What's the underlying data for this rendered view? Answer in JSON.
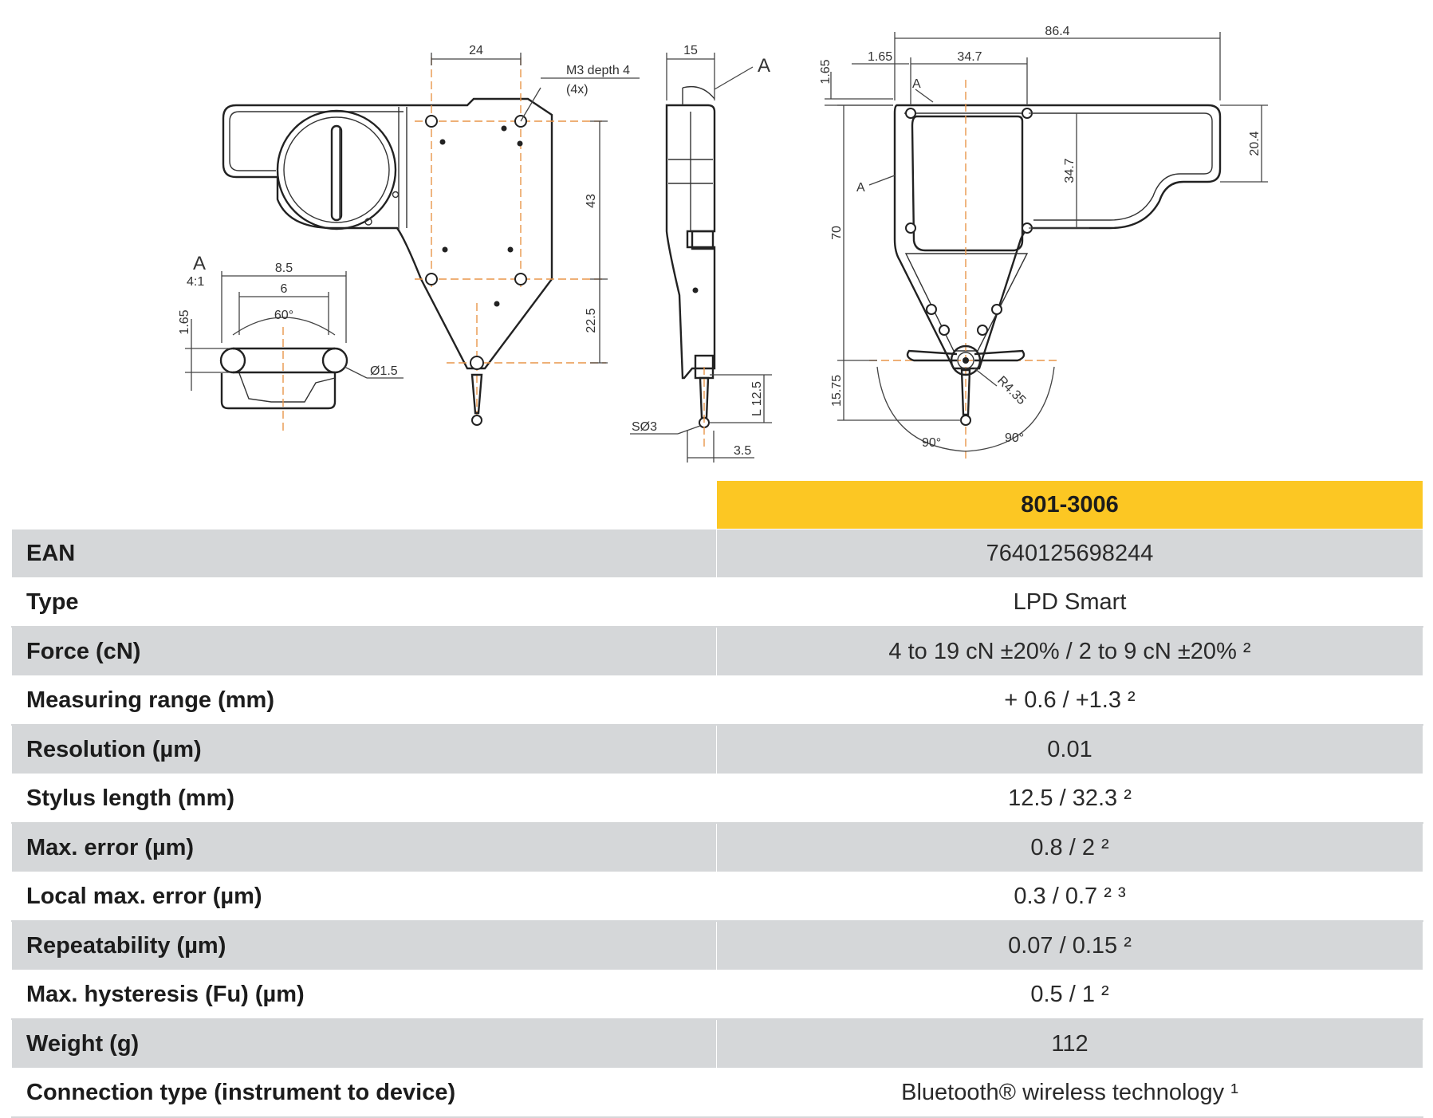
{
  "drawing": {
    "dims": {
      "front_24": "24",
      "thread_note_1": "M3 depth 4",
      "thread_note_2": "(4x)",
      "front_43": "43",
      "front_22_5": "22.5",
      "side_15": "15",
      "side_A": "A",
      "side_L12_5": "L 12.5",
      "side_S3": "SØ3",
      "side_3_5": "3.5",
      "detail_A": "A",
      "detail_scale": "4:1",
      "detail_8_5": "8.5",
      "detail_6": "6",
      "detail_60": "60°",
      "detail_1_65": "1.65",
      "detail_dia1_5": "Ø1.5",
      "back_86_4": "86.4",
      "back_1_65_top": "1.65",
      "back_1_65_left": "1.65",
      "back_34_7_top": "34.7",
      "back_A1": "A",
      "back_A2": "A",
      "back_34_7_v": "34.7",
      "back_20_4": "20.4",
      "back_70": "70",
      "back_15_75": "15.75",
      "back_R4_35": "R4.35",
      "back_90_left": "90°",
      "back_90_right": "90°"
    }
  },
  "table": {
    "model": "801-3006",
    "rows": [
      {
        "label": "EAN",
        "value": "7640125698244"
      },
      {
        "label": "Type",
        "value": "LPD Smart"
      },
      {
        "label": "Force (cN)",
        "value": "4 to 19 cN ±20% / 2 to 9 cN ±20% ²"
      },
      {
        "label": "Measuring range (mm)",
        "value": "+ 0.6 / +1.3 ²"
      },
      {
        "label": "Resolution (µm)",
        "value": "0.01"
      },
      {
        "label": "Stylus length (mm)",
        "value": "12.5 / 32.3 ²"
      },
      {
        "label": "Max. error (µm)",
        "value": "0.8 / 2 ²"
      },
      {
        "label": "Local max. error (µm)",
        "value": "0.3 / 0.7 ² ³"
      },
      {
        "label": "Repeatability (µm)",
        "value": "0.07 / 0.15 ²"
      },
      {
        "label": "Max. hysteresis (Fu) (µm)",
        "value": "0.5 / 1 ²"
      },
      {
        "label": "Weight (g)",
        "value": "112"
      },
      {
        "label": "Connection type (instrument to device)",
        "value": "Bluetooth® wireless technology ¹"
      }
    ]
  }
}
